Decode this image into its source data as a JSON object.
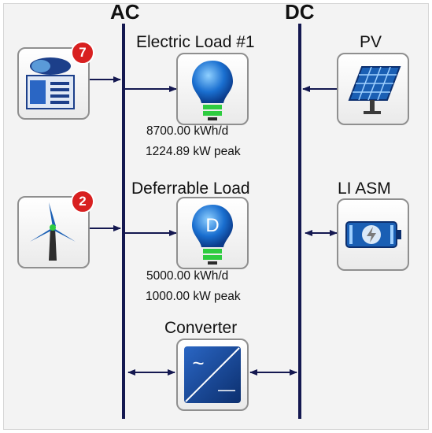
{
  "buses": {
    "ac_label": "AC",
    "dc_label": "DC"
  },
  "components": {
    "generator": {
      "icon": "generator-icon",
      "badge": "7"
    },
    "wind": {
      "icon": "wind-turbine-icon",
      "badge": "2"
    },
    "electric_load": {
      "label": "Electric Load #1",
      "energy": "8700.00 kWh/d",
      "peak": "1224.89 kW peak",
      "icon": "lightbulb-icon"
    },
    "deferrable_load": {
      "label": "Deferrable Load",
      "energy": "5000.00 kWh/d",
      "peak": "1000.00 kW peak",
      "icon": "deferrable-lightbulb-icon",
      "icon_letter": "D"
    },
    "pv": {
      "label": "PV",
      "icon": "solar-panel-icon"
    },
    "battery": {
      "label": "LI ASM",
      "icon": "battery-icon"
    },
    "converter": {
      "label": "Converter",
      "icon": "converter-icon",
      "symbol_ac": "~",
      "symbol_dc": "—"
    }
  },
  "colors": {
    "bus": "#141850",
    "accent": "#1a5fb4",
    "badge": "#d82020",
    "bulb_base": "#2ecc40"
  }
}
